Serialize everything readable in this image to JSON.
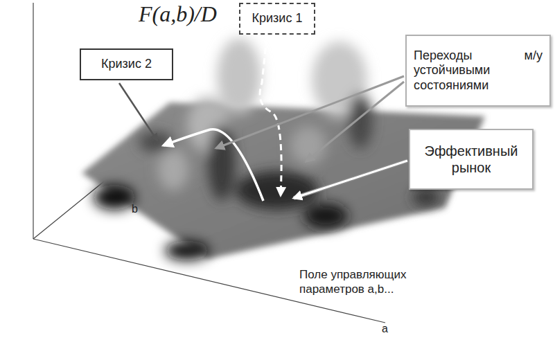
{
  "diagram": {
    "nodes": [
      {
        "text": [
          "Кризис 1"
        ]
      },
      {
        "text": [
          "Кризис 2"
        ]
      },
      {
        "text": [
          "Переходы м/у устойчивыми состояниями"
        ]
      },
      {
        "text": [
          "Эффективный рынок"
        ]
      }
    ],
    "labels": [
      "F(a,b)/D",
      "b",
      "Поле управляющих параметров a,b...",
      "a"
    ]
  }
}
